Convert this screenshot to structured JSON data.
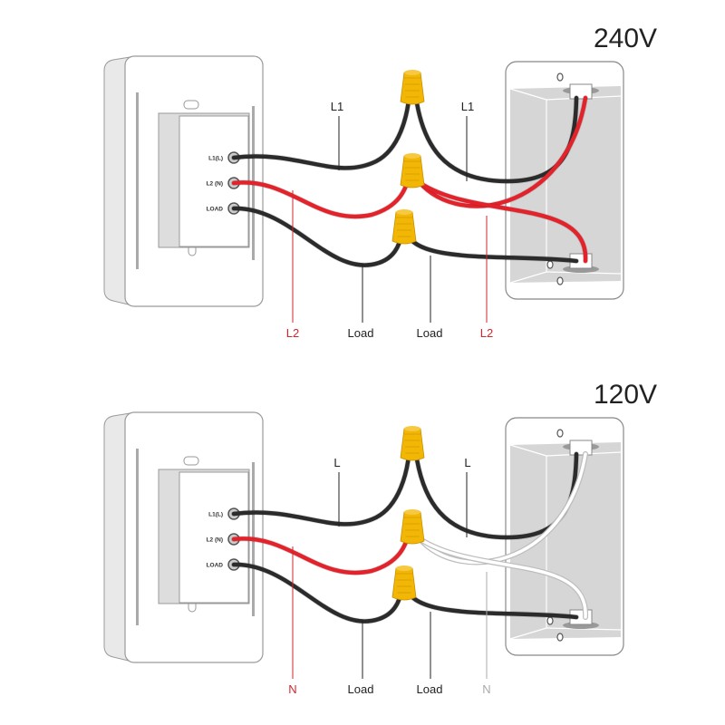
{
  "colors": {
    "black_wire": "#2b2b2b",
    "red_wire": "#e3232b",
    "white_wire": "#ffffff",
    "wire_nut": "#f2b705",
    "leader_red": "#d0262e",
    "leader_gray": "#aaaaaa"
  },
  "panels": [
    {
      "title": "240V",
      "terminals": [
        "L1(L)",
        "L2 (N)",
        "LOAD"
      ],
      "labels": {
        "top_left": "L1",
        "top_right": "L1",
        "bottom_1": "L2",
        "bottom_2": "Load",
        "bottom_3": "Load",
        "bottom_4": "L2"
      },
      "heater_wires": "red"
    },
    {
      "title": "120V",
      "terminals": [
        "L1(L)",
        "L2 (N)",
        "LOAD"
      ],
      "labels": {
        "top_left": "L",
        "top_right": "L",
        "bottom_1": "N",
        "bottom_2": "Load",
        "bottom_3": "Load",
        "bottom_4": "N"
      },
      "heater_wires": "white"
    }
  ]
}
